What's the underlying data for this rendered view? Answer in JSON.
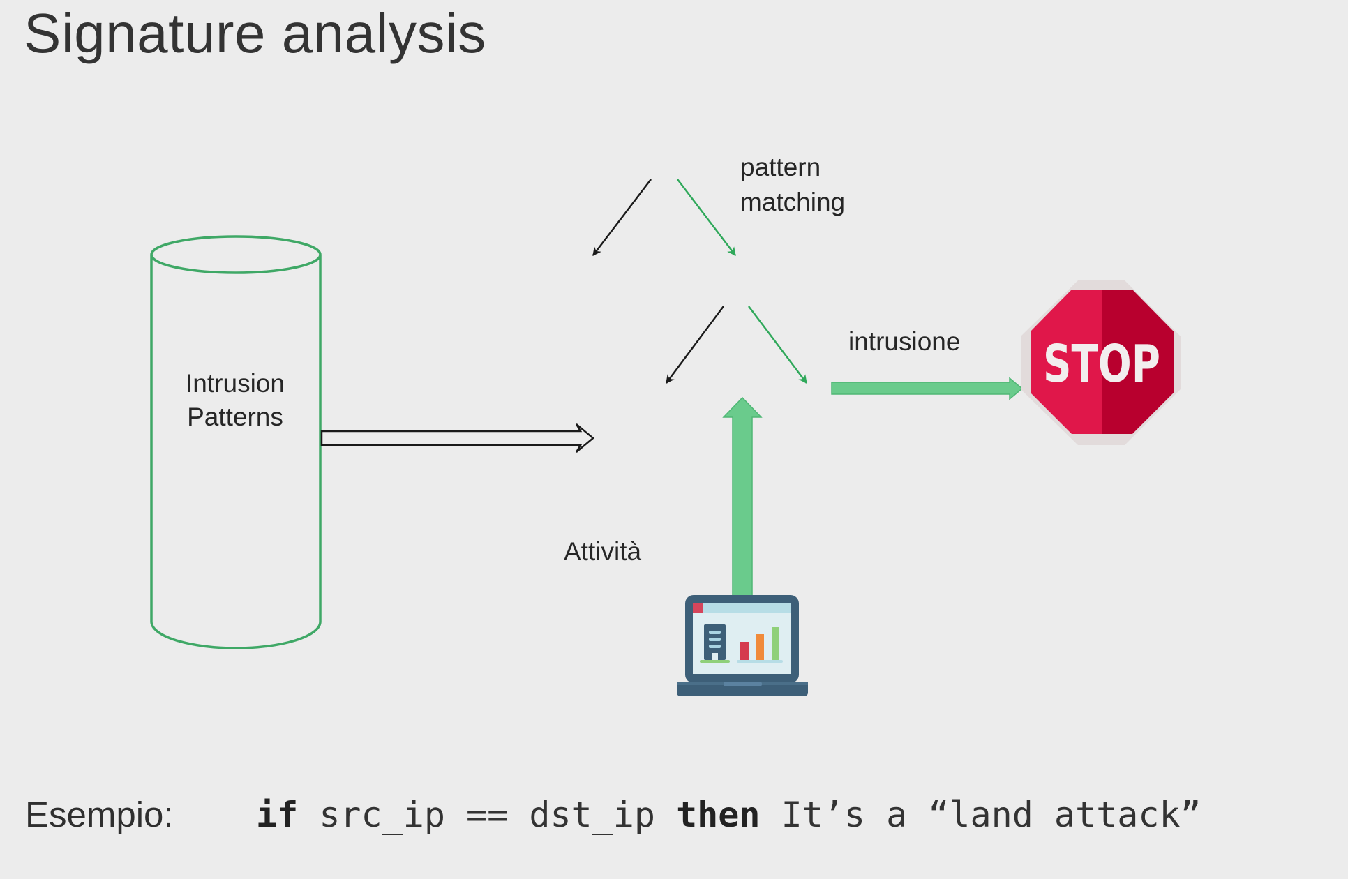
{
  "slide": {
    "title": "Signature analysis"
  },
  "diagram": {
    "database": {
      "icon": "database-cylinder-icon",
      "label_line1": "Intrusion",
      "label_line2": "Patterns"
    },
    "matching": {
      "label_line1": "pattern",
      "label_line2": "matching"
    },
    "activity": {
      "label": "Attività",
      "icon": "laptop-dashboard-icon"
    },
    "result": {
      "label": "intrusione",
      "icon": "stop-sign-icon",
      "sign_text": "STOP"
    },
    "colors": {
      "green": "#3fa866",
      "green_fill": "#6acb8c",
      "stop_left": "#e0174a",
      "stop_right": "#b8002e",
      "arrow_black": "#1a1a1a"
    }
  },
  "example": {
    "label": "Esempio:",
    "code": {
      "kw_if": "if",
      "cond": " src_ip == dst_ip ",
      "kw_then": "then",
      "rest": " It’s a “land attack”"
    }
  }
}
